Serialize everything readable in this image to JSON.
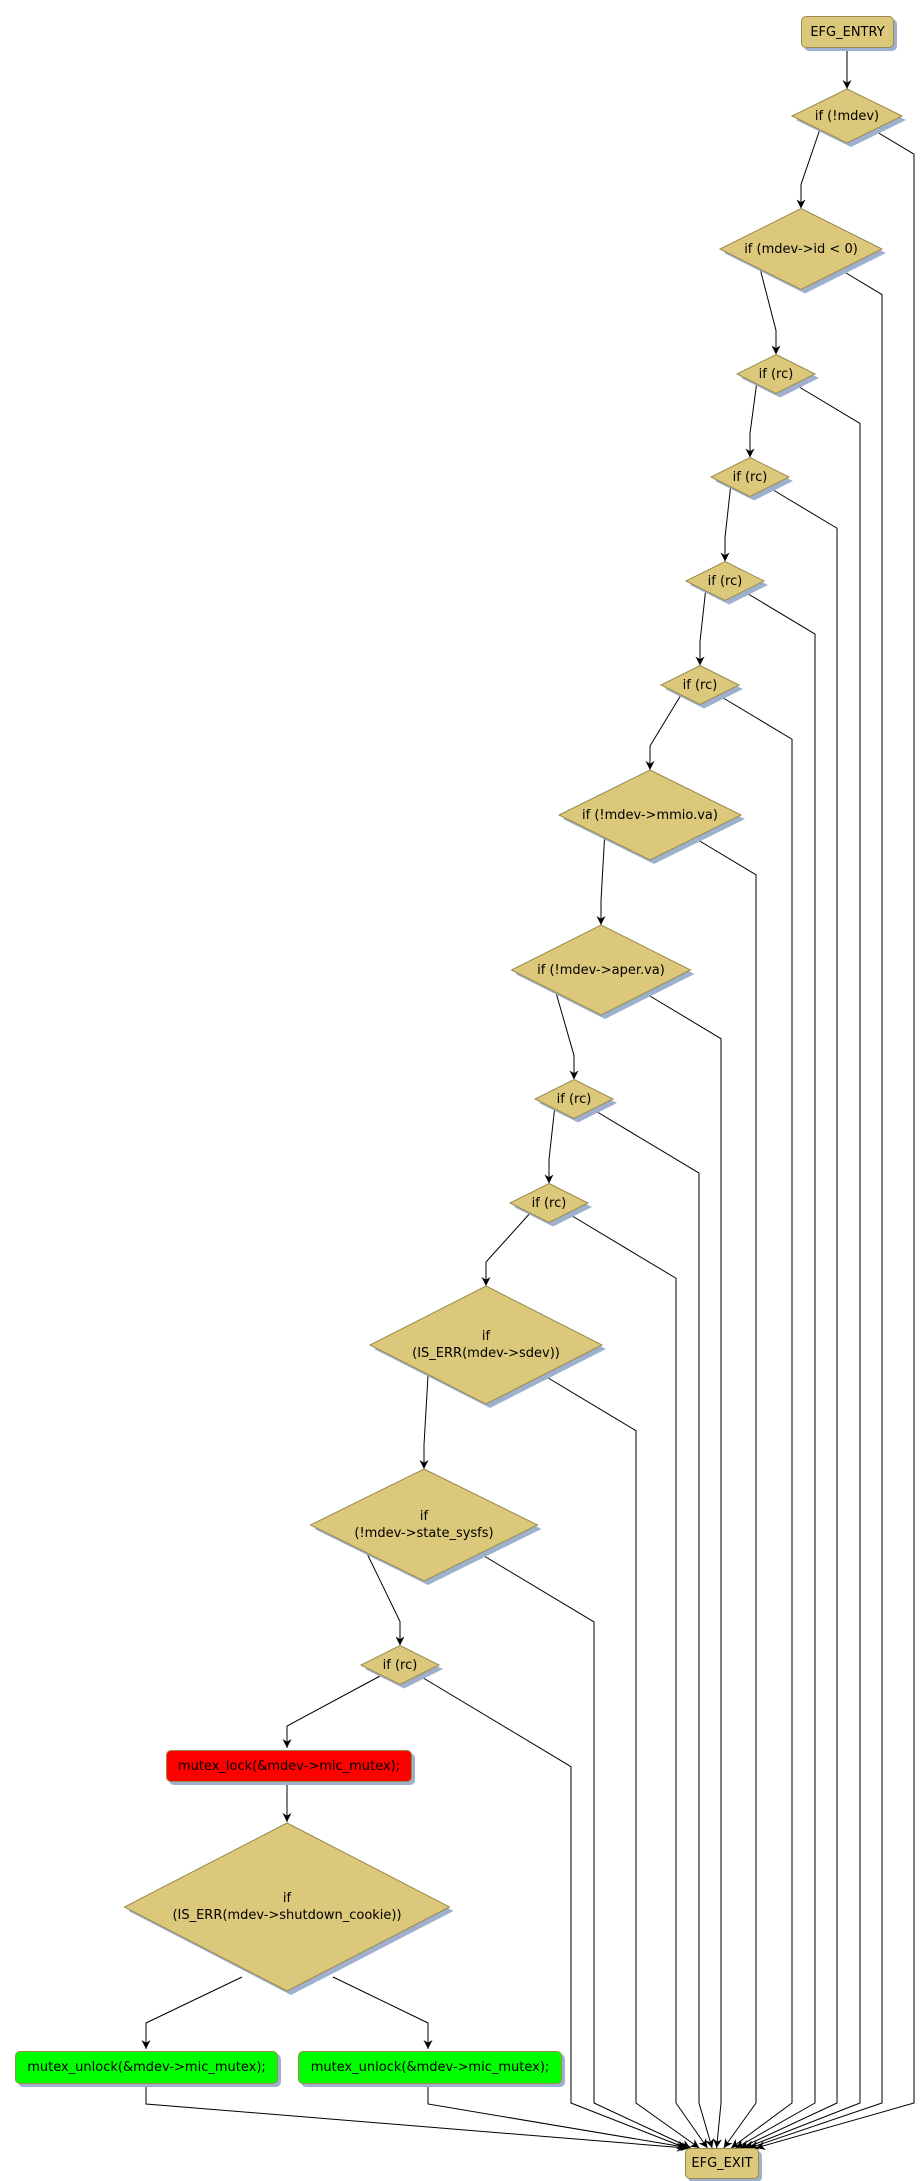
{
  "colors": {
    "node": "#dbc87a",
    "node_border": "#9a8a4e",
    "shadow": "#9fb0cf",
    "lock": "#ff0000",
    "unlock": "#00ff00",
    "edge": "#000000"
  },
  "nodes": {
    "entry": "EFG_ENTRY",
    "exit": "EFG_EXIT",
    "d1": "if (!mdev)",
    "d2": "if (mdev->id < 0)",
    "d3": "if (rc)",
    "d4": "if (rc)",
    "d5": "if (rc)",
    "d6": "if (rc)",
    "d7": "if (!mdev->mmio.va)",
    "d8": "if (!mdev->aper.va)",
    "d9": "if (rc)",
    "d10": "if (rc)",
    "d11": "if\n(IS_ERR(mdev->sdev))",
    "d12": "if\n(!mdev->state_sysfs)",
    "d13": "if (rc)",
    "lock": "mutex_lock(&mdev->mic_mutex);",
    "d14": "if\n(IS_ERR(mdev->shutdown_cookie))",
    "unlock1": "mutex_unlock(&mdev->mic_mutex);",
    "unlock2": "mutex_unlock(&mdev->mic_mutex);"
  }
}
